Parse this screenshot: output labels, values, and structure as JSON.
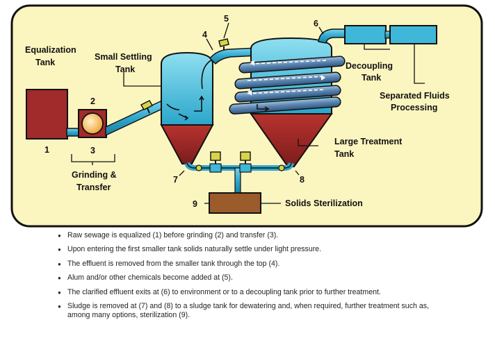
{
  "labels": {
    "equalization_tank": [
      "Equalization",
      "Tank"
    ],
    "small_settling_tank": [
      "Small Settling",
      "Tank"
    ],
    "decoupling_tank": [
      "Decoupling",
      "Tank"
    ],
    "separated_fluids": [
      "Separated Fluids",
      "Processing"
    ],
    "large_treatment_tank": [
      "Large Treatment",
      "Tank"
    ],
    "grinding_transfer": [
      "Grinding &",
      "Transfer"
    ],
    "solids_sterilization": "Solids Sterilization"
  },
  "numbers": {
    "n1": "1",
    "n2": "2",
    "n3": "3",
    "n4": "4",
    "n5": "5",
    "n6": "6",
    "n7": "7",
    "n8": "8",
    "n9": "9"
  },
  "notes": [
    "Raw sewage is equalized (1) before grinding (2) and transfer (3).",
    "Upon entering the first smaller tank solids naturally settle under light pressure.",
    "The effluent is removed from the smaller tank through the top (4).",
    "Alum and/or other chemicals become added at (5).",
    "The clarified effluent exits at (6) to environment or to a decoupling tank prior to further treatment.",
    "Sludge is removed at (7) and (8) to a sludge tank for dewatering and, when required, further treatment such as, among many options, sterilization (9)."
  ],
  "colors": {
    "panel": "#fbf5bf",
    "water": "#3fb7d8",
    "sludge": "#a12a2a",
    "valve": "#d8d44a",
    "sterilizer": "#9b5b2b"
  }
}
